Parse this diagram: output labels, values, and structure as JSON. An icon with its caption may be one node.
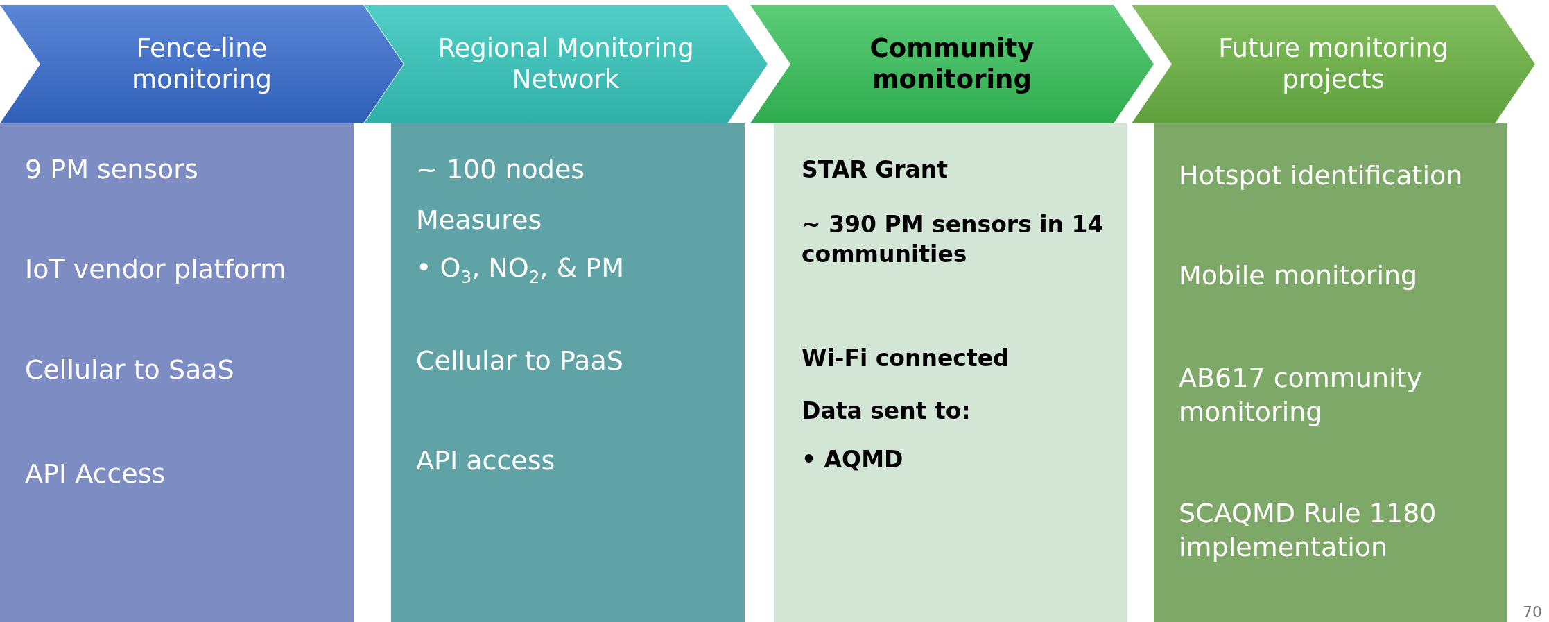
{
  "diagram": {
    "nodes": [
      {
        "text": [
          "Fence-line monitoring"
        ]
      },
      {
        "text": [
          "9 PM sensors",
          "IoT vendor platform",
          "Cellular to SaaS",
          "API Access"
        ]
      },
      {
        "text": [
          "Regional Monitoring Network"
        ]
      },
      {
        "text": [
          "~ 100 nodes",
          "Measures",
          "• O$_{3}$, NO$_{2}$, & PM",
          "Cellular to PaaS",
          "API access"
        ]
      },
      {
        "text": [
          "Community monitoring"
        ]
      },
      {
        "text": [
          "STAR Grant",
          "~ 390 PM sensors in 14 communities",
          "Wi-Fi connected",
          "Data sent to:",
          "• AQMD"
        ]
      },
      {
        "text": [
          "Future monitoring projects"
        ]
      },
      {
        "text": [
          "Hotspot identification",
          "Mobile monitoring",
          "AB617 community monitoring",
          "SCAQMD Rule 1180 implementation"
        ]
      }
    ],
    "labels": [
      "70"
    ]
  }
}
